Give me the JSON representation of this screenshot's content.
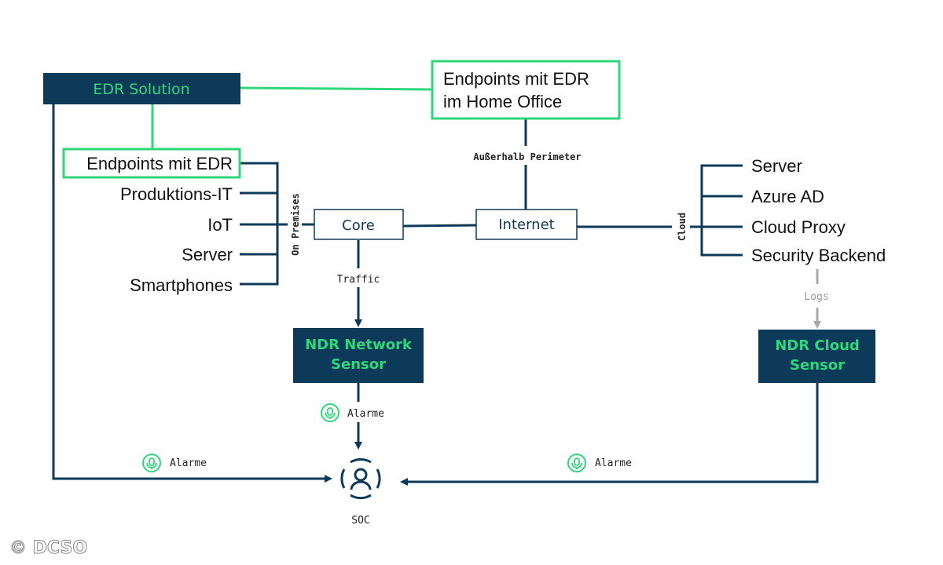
{
  "edr_solution": "EDR Solution",
  "home_office": {
    "line1": "Endpoints mit EDR",
    "line2": "im Home Office"
  },
  "on_prem_items": [
    "Endpoints mit EDR",
    "Produktions-IT",
    "IoT",
    "Server",
    "Smartphones"
  ],
  "on_premises_label": "On Premises",
  "core_label": "Core",
  "internet_label": "Internet",
  "perimeter_label": "Außerhalb Perimeter",
  "cloud_label": "Cloud",
  "cloud_items": [
    "Server",
    "Azure AD",
    "Cloud Proxy",
    "Security Backend"
  ],
  "traffic_label": "Traffic",
  "logs_label": "Logs",
  "ndr_network": {
    "line1": "NDR Network",
    "line2": "Sensor"
  },
  "ndr_cloud": {
    "line1": "NDR Cloud",
    "line2": "Sensor"
  },
  "alarm_label": "Alarme",
  "soc_label": "SOC",
  "copyright": "© DCSO",
  "colors": {
    "navy": "#0e3a5a",
    "green": "#2fd67a",
    "grey": "#a9a9a9"
  }
}
